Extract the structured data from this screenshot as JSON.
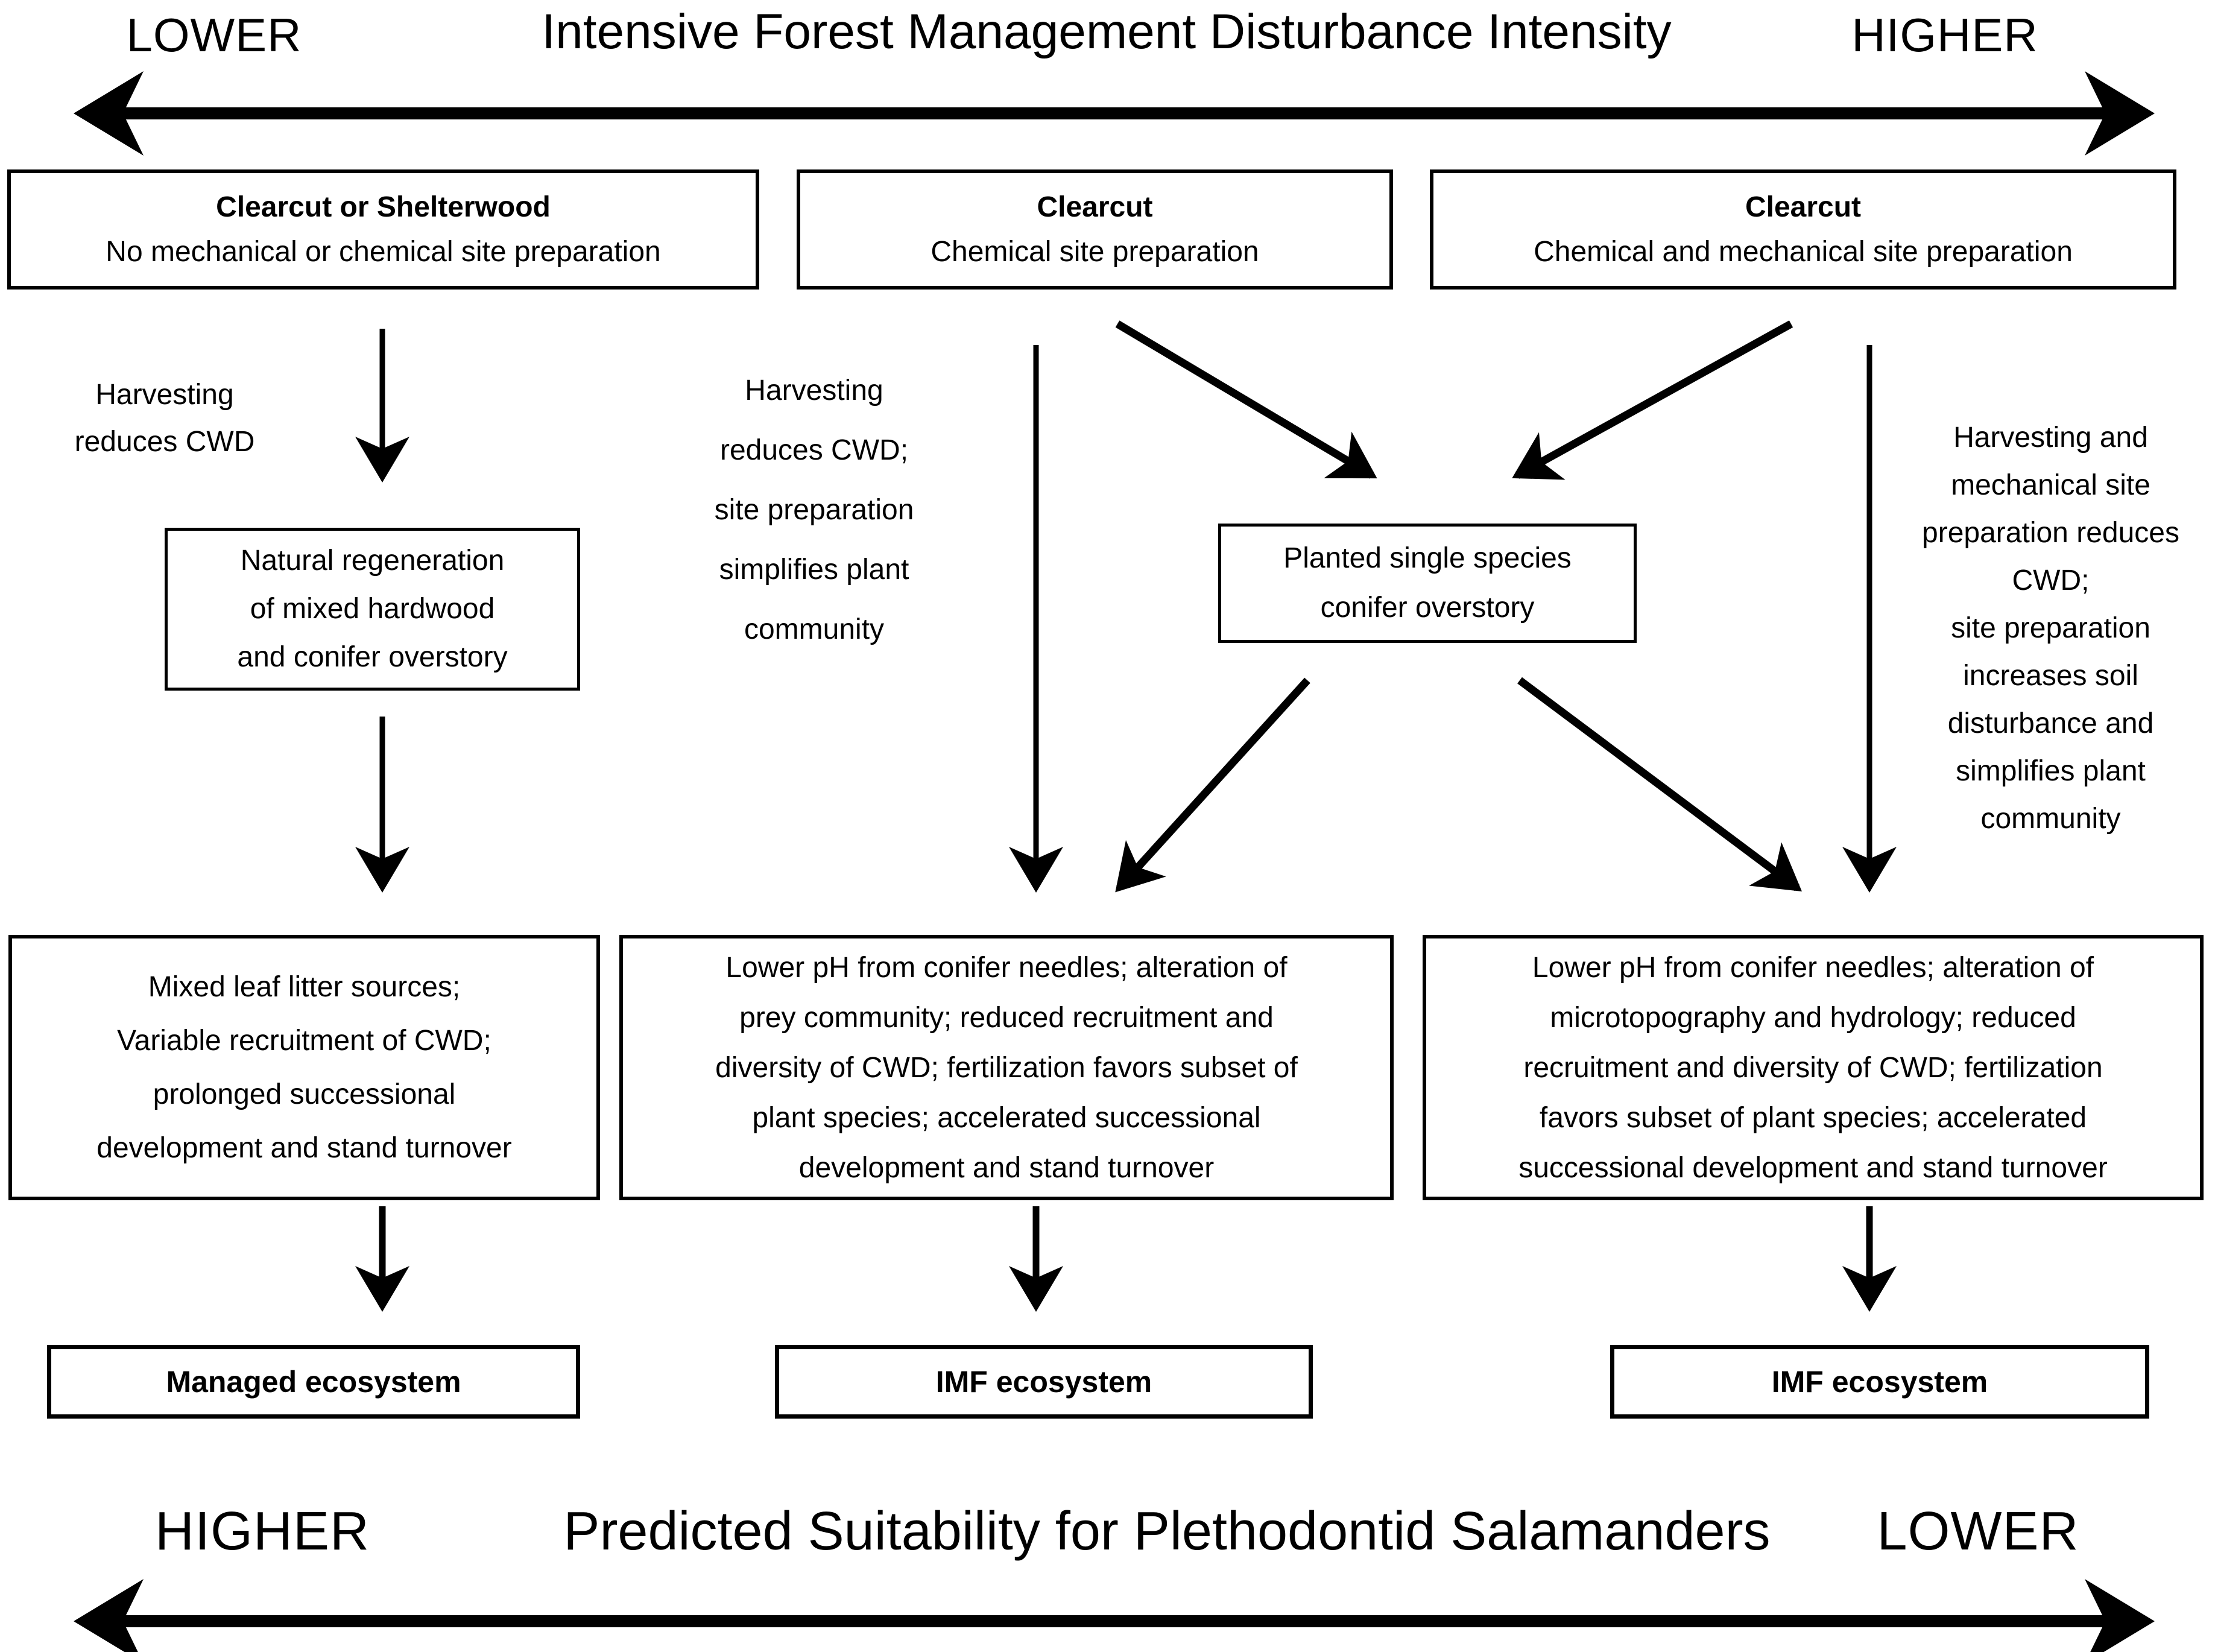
{
  "top_axis": {
    "left_label": "LOWER",
    "title": "Intensive Forest Management Disturbance Intensity",
    "right_label": "HIGHER"
  },
  "bottom_axis": {
    "left_label": "HIGHER",
    "title": "Predicted Suitability for Plethodontid Salamanders",
    "right_label": "LOWER"
  },
  "treatment_boxes": [
    {
      "heading": "Clearcut or Shelterwood",
      "detail": "No mechanical or chemical site preparation"
    },
    {
      "heading": "Clearcut",
      "detail": "Chemical site preparation"
    },
    {
      "heading": "Clearcut",
      "detail": "Chemical and mechanical site preparation"
    }
  ],
  "process_labels": {
    "left": "Harvesting\nreduces CWD",
    "middle": "Harvesting\nreduces CWD;\nsite preparation\nsimplifies plant\ncommunity",
    "right": "Harvesting and\nmechanical site\npreparation reduces\nCWD;\nsite preparation\nincreases soil\ndisturbance and\nsimplifies plant\ncommunity"
  },
  "stand_boxes": {
    "natural_regeneration": "Natural regeneration\nof mixed hardwood\nand conifer overstory",
    "planted_conifer": "Planted single species\nconifer overstory"
  },
  "condition_boxes": [
    "Mixed leaf litter sources;\nVariable recruitment of CWD;\nprolonged successional\ndevelopment and stand turnover",
    "Lower pH from conifer needles; alteration of\nprey community; reduced recruitment and\ndiversity of CWD; fertilization favors subset of\nplant species; accelerated successional\ndevelopment and stand turnover",
    "Lower pH from conifer needles; alteration of\nmicrotopography and hydrology; reduced\nrecruitment and diversity of CWD; fertilization\nfavors subset of plant species; accelerated\nsuccessional development and stand turnover"
  ],
  "ecosystem_boxes": [
    "Managed ecosystem",
    "IMF ecosystem",
    "IMF ecosystem"
  ],
  "colors": {
    "ink": "#000000",
    "background": "#ffffff"
  }
}
